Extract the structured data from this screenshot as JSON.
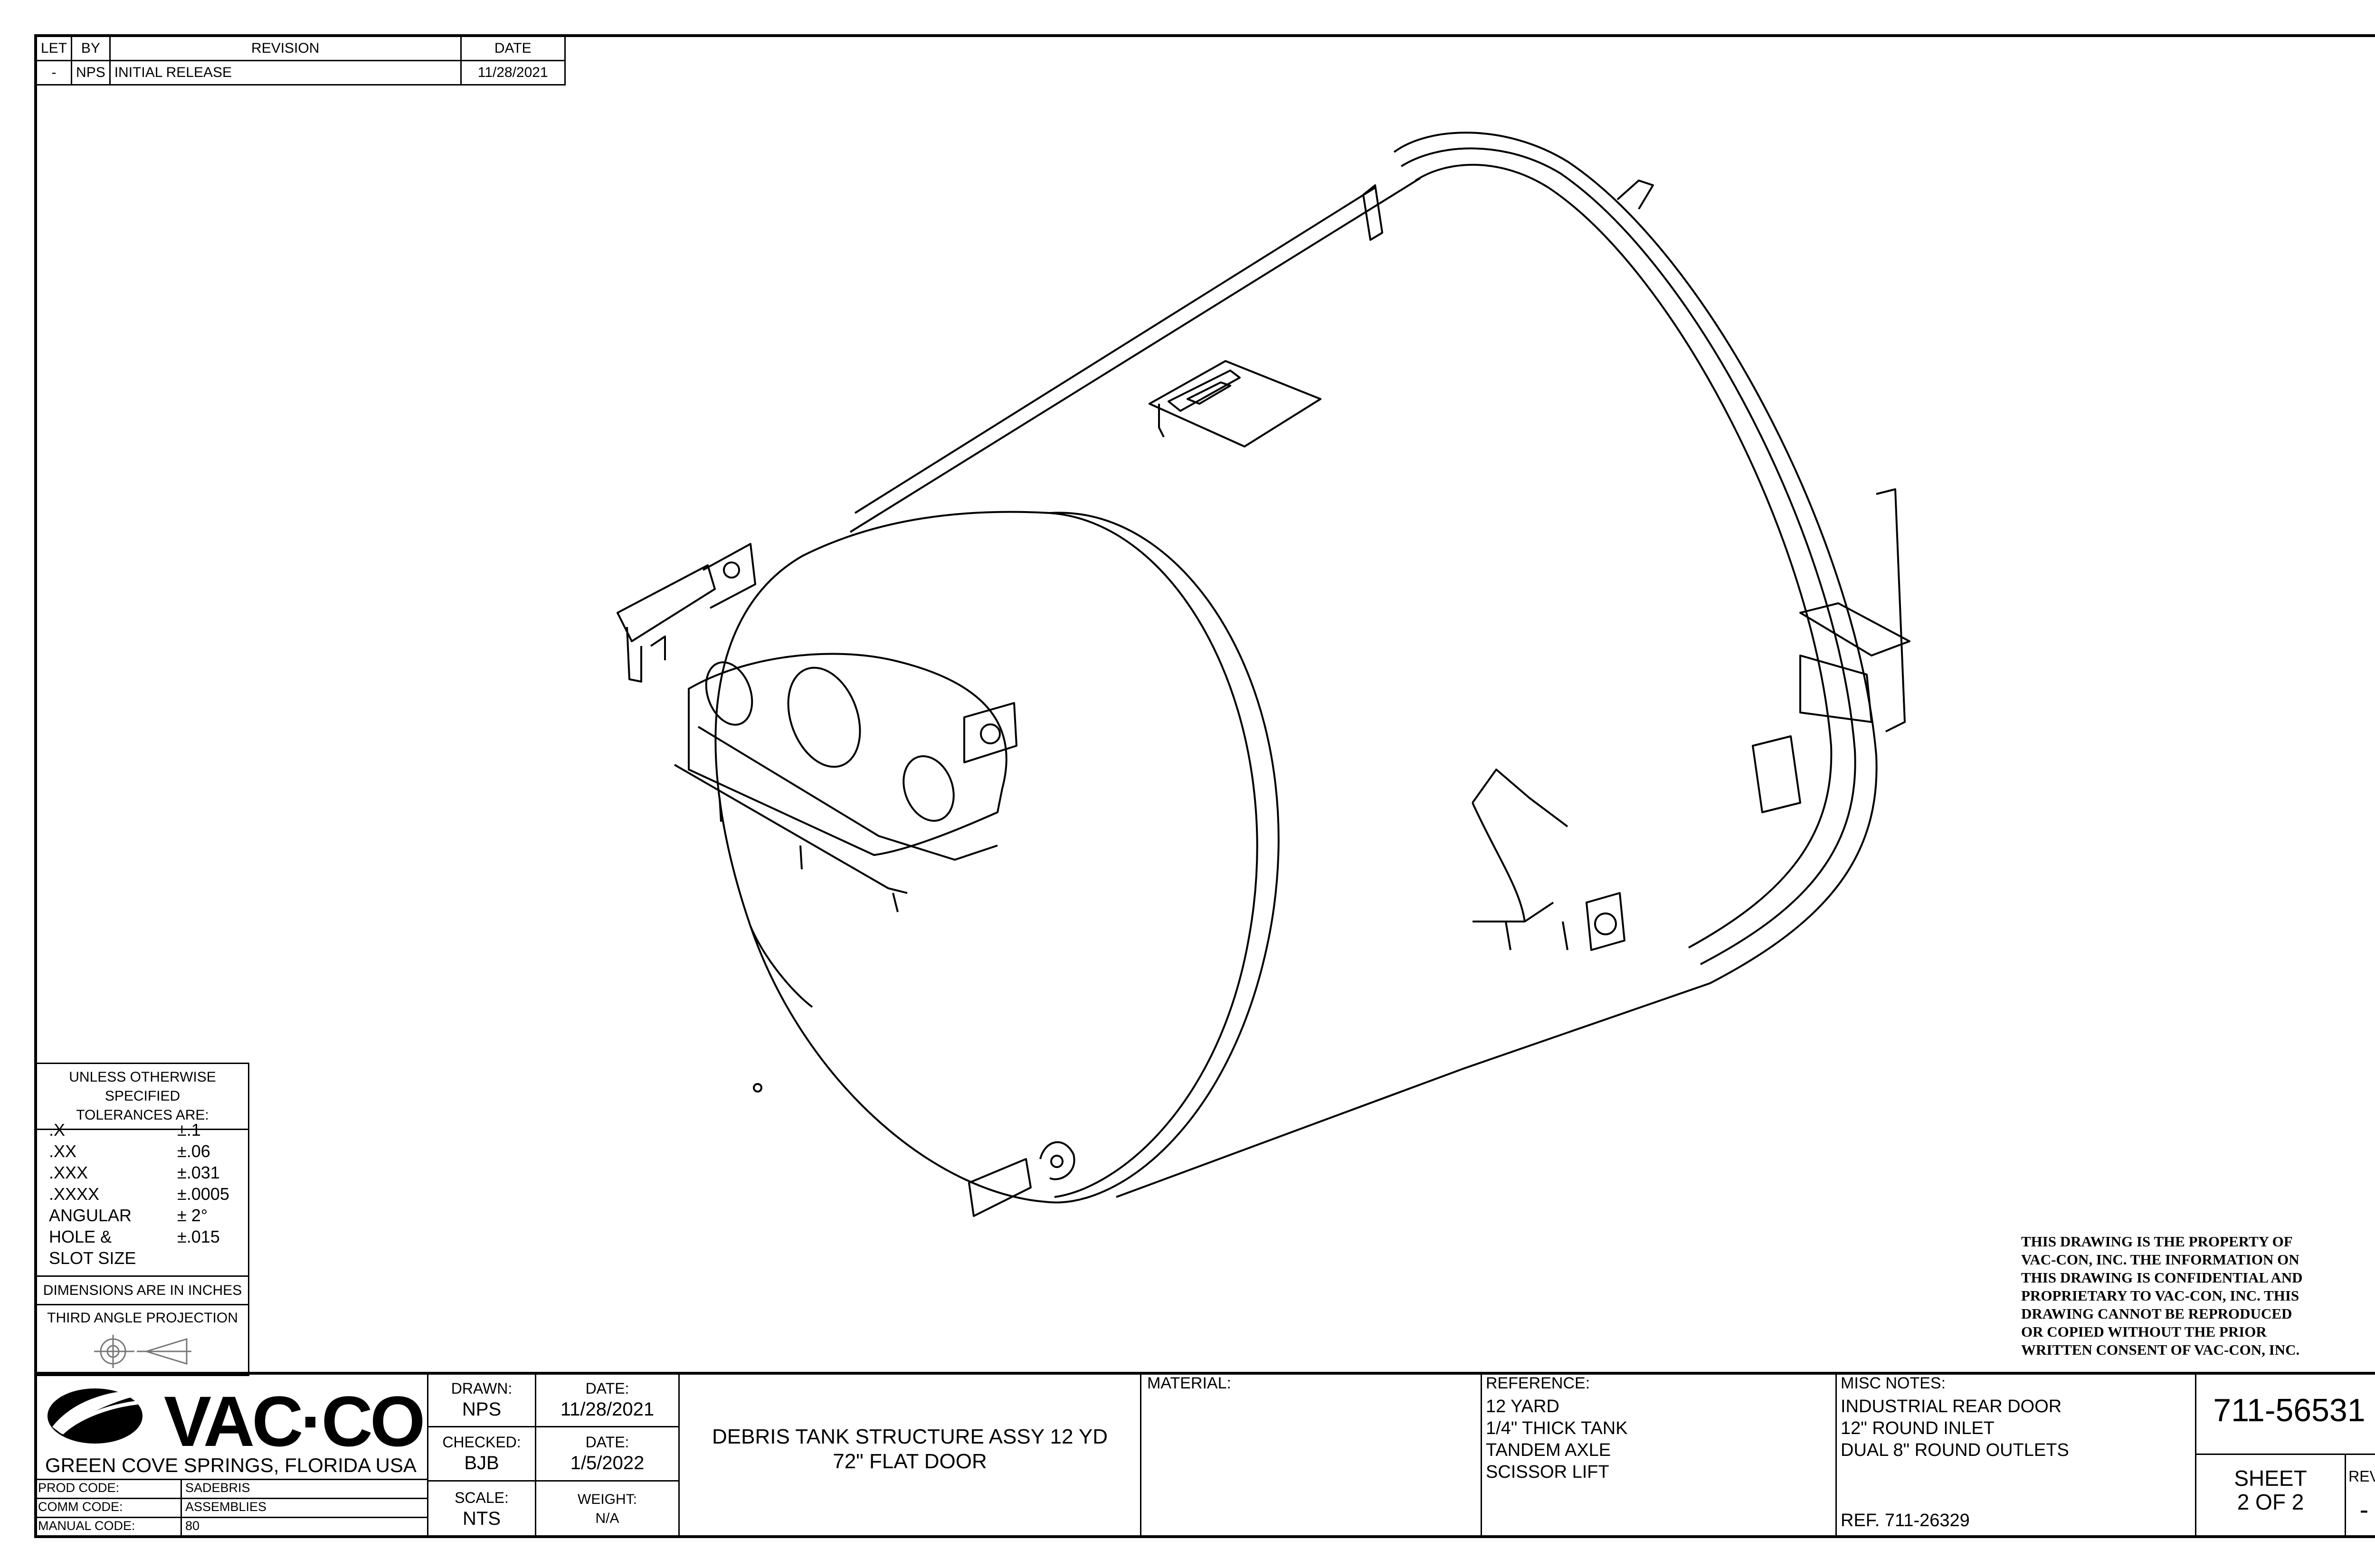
{
  "revision_table": {
    "headers": [
      "LET",
      "BY",
      "REVISION",
      "DATE"
    ],
    "rows": [
      [
        "-",
        "NPS",
        "INITIAL RELEASE",
        "11/28/2021"
      ]
    ]
  },
  "tolerances": {
    "header_line1": "UNLESS OTHERWISE SPECIFIED",
    "header_line2": "TOLERANCES ARE:",
    "rows": [
      {
        "label": ".X",
        "value": "±.1"
      },
      {
        "label": ".XX",
        "value": "±.06"
      },
      {
        "label": ".XXX",
        "value": "±.031"
      },
      {
        "label": ".XXXX",
        "value": "±.0005"
      },
      {
        "label": "ANGULAR",
        "value": "± 2°"
      },
      {
        "label": "HOLE &",
        "value": "±.015"
      },
      {
        "label": "SLOT SIZE",
        "value": ""
      }
    ],
    "units_note": "DIMENSIONS ARE IN INCHES",
    "projection_note": "THIRD ANGLE PROJECTION"
  },
  "proprietary_notice": [
    "THIS DRAWING IS THE PROPERTY OF",
    "VAC-CON, INC.  THE INFORMATION ON",
    "THIS DRAWING IS CONFIDENTIAL AND",
    "PROPRIETARY TO VAC-CON, INC.  THIS",
    "DRAWING CANNOT BE REPRODUCED",
    "OR COPIED WITHOUT THE PRIOR",
    "WRITTEN CONSENT OF VAC-CON, INC."
  ],
  "title_block": {
    "logo_text": "VAC·CON",
    "location": "GREEN COVE SPRINGS, FLORIDA USA",
    "codes": [
      {
        "label": "PROD CODE:",
        "value": "SADEBRIS"
      },
      {
        "label": "COMM CODE:",
        "value": "ASSEMBLIES"
      },
      {
        "label": "MANUAL CODE:",
        "value": "80"
      }
    ],
    "drawn_label": "DRAWN:",
    "drawn_value": "NPS",
    "drawn_date_label": "DATE:",
    "drawn_date": "11/28/2021",
    "checked_label": "CHECKED:",
    "checked_value": "BJB",
    "checked_date_label": "DATE:",
    "checked_date": "1/5/2022",
    "scale_label": "SCALE:",
    "scale_value": "NTS",
    "weight_label": "WEIGHT:",
    "weight_value": "N/A",
    "title_line1": "DEBRIS TANK STRUCTURE ASSY 12 YD",
    "title_line2": "72\" FLAT DOOR",
    "material_label": "MATERIAL:",
    "reference_label": "REFERENCE:",
    "reference_lines": [
      "12 YARD",
      "1/4\" THICK TANK",
      "TANDEM AXLE",
      "SCISSOR LIFT"
    ],
    "misc_label": "MISC NOTES:",
    "misc_lines": [
      "INDUSTRIAL REAR DOOR",
      "12\" ROUND INLET",
      "DUAL 8\" ROUND OUTLETS"
    ],
    "misc_ref": "REF. 711-26329",
    "drawing_number": "711-56531",
    "sheet_label": "SHEET",
    "sheet_value": "2  OF 2",
    "rev_label": "REV",
    "rev_value": "-"
  }
}
